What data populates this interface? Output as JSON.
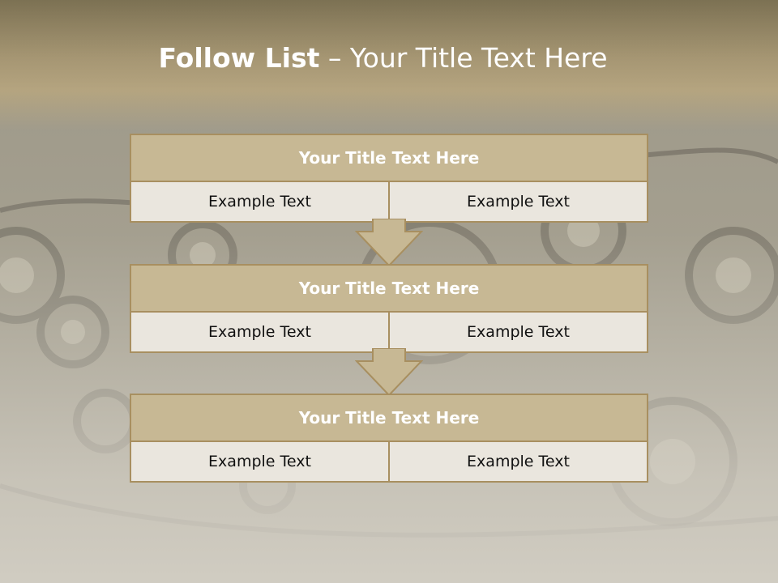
{
  "title": {
    "bold": "Follow List",
    "light": "– Your Title Text Here"
  },
  "blocks": [
    {
      "title": "Your Title Text Here",
      "cells": [
        "Example Text",
        "Example Text"
      ]
    },
    {
      "title": "Your Title Text Here",
      "cells": [
        "Example Text",
        "Example Text"
      ]
    },
    {
      "title": "Your Title Text Here",
      "cells": [
        "Example Text",
        "Example Text"
      ]
    }
  ],
  "colors": {
    "header": "#a49470",
    "block_title_fill": "#c7b894",
    "block_border": "#a88f60",
    "cell_fill": "#eae6de",
    "arrow_fill": "#c7b894"
  }
}
